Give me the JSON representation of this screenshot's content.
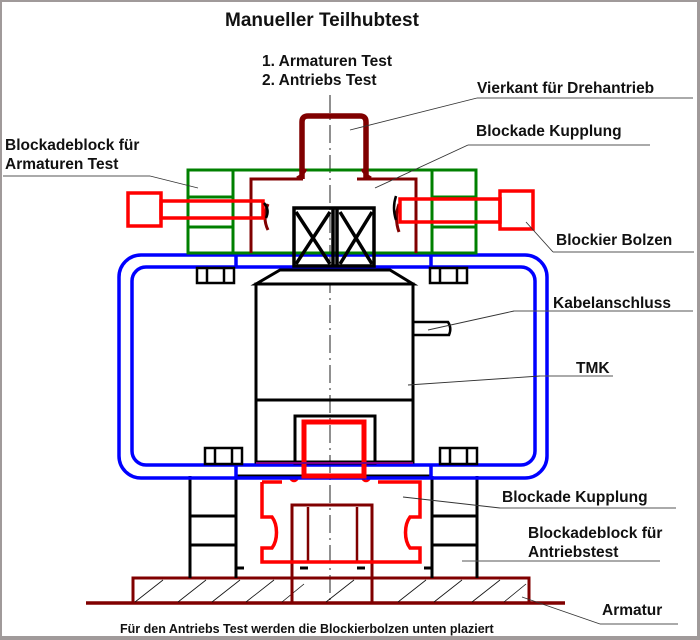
{
  "title": "Manueller Teilhubtest",
  "steps": [
    "1. Armaturen Test",
    "2. Antriebs Test"
  ],
  "labels": {
    "vierkant": "Vierkant für Drehantrieb",
    "blockade_kupplung_top": "Blockade Kupplung",
    "blockadeblock_armaturen_line1": "Blockadeblock für",
    "blockadeblock_armaturen_line2": "Armaturen Test",
    "blockier_bolzen": "Blockier Bolzen",
    "kabelanschluss": "Kabelanschluss",
    "tmk": "TMK",
    "blockade_kupplung_bottom": "Blockade Kupplung",
    "blockadeblock_antrieb_line1": "Blockadeblock für",
    "blockadeblock_antrieb_line2": "Antriebstest",
    "armatur": "Armatur"
  },
  "footnote": "Für den Antriebs Test werden die Blockierbolzen unten plaziert",
  "colors": {
    "valve_darkred": "#800000",
    "bolt_red": "#ff0000",
    "block_green": "#008000",
    "frame_blue": "#0000ff",
    "actuator_black": "#000000"
  }
}
